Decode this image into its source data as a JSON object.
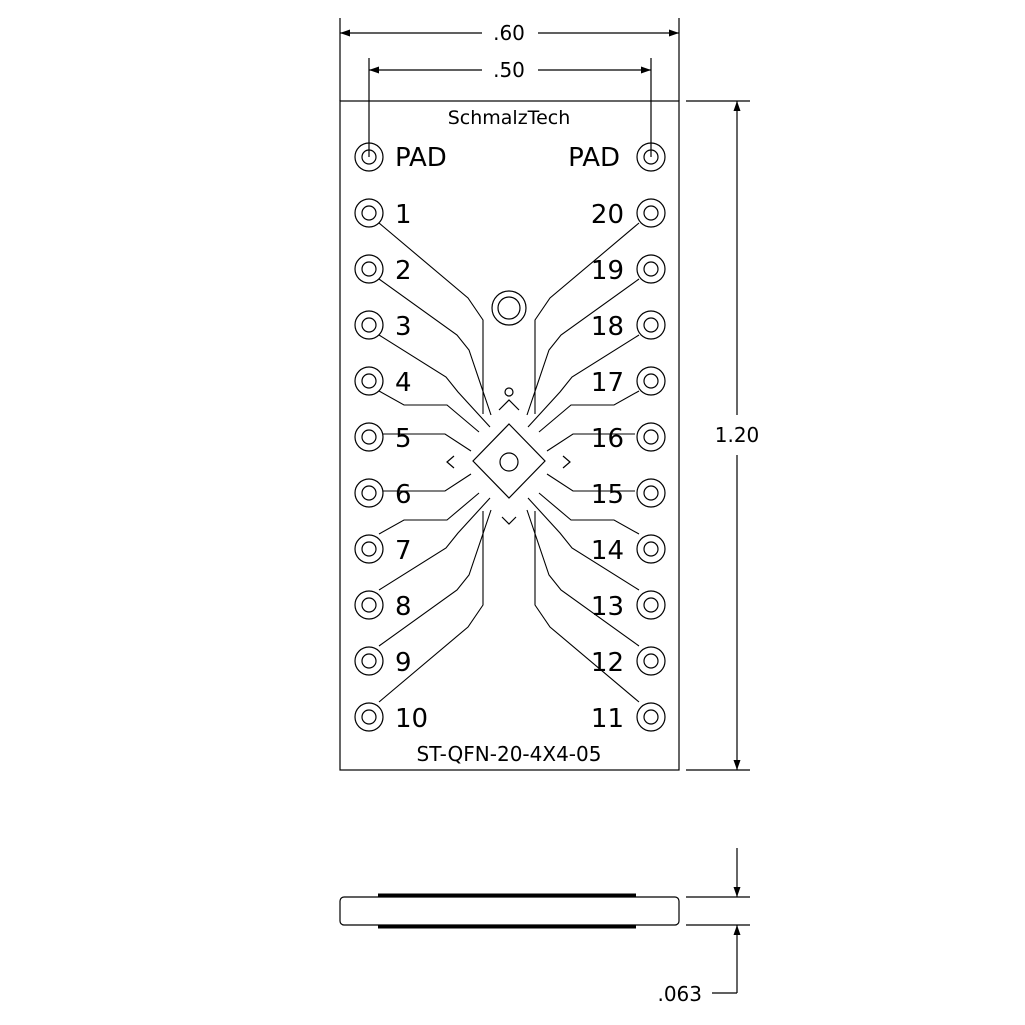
{
  "dimensions": {
    "width_outer": ".60",
    "width_inner": ".50",
    "height": "1.20",
    "thickness": ".063"
  },
  "board": {
    "brand": "SchmalzTech",
    "part_number": "ST-QFN-20-4X4-05",
    "pad_label_left": "PAD",
    "pad_label_right": "PAD",
    "left_pins": [
      "1",
      "2",
      "3",
      "4",
      "5",
      "6",
      "7",
      "8",
      "9",
      "10"
    ],
    "right_pins": [
      "20",
      "19",
      "18",
      "17",
      "16",
      "15",
      "14",
      "13",
      "12",
      "11"
    ]
  }
}
